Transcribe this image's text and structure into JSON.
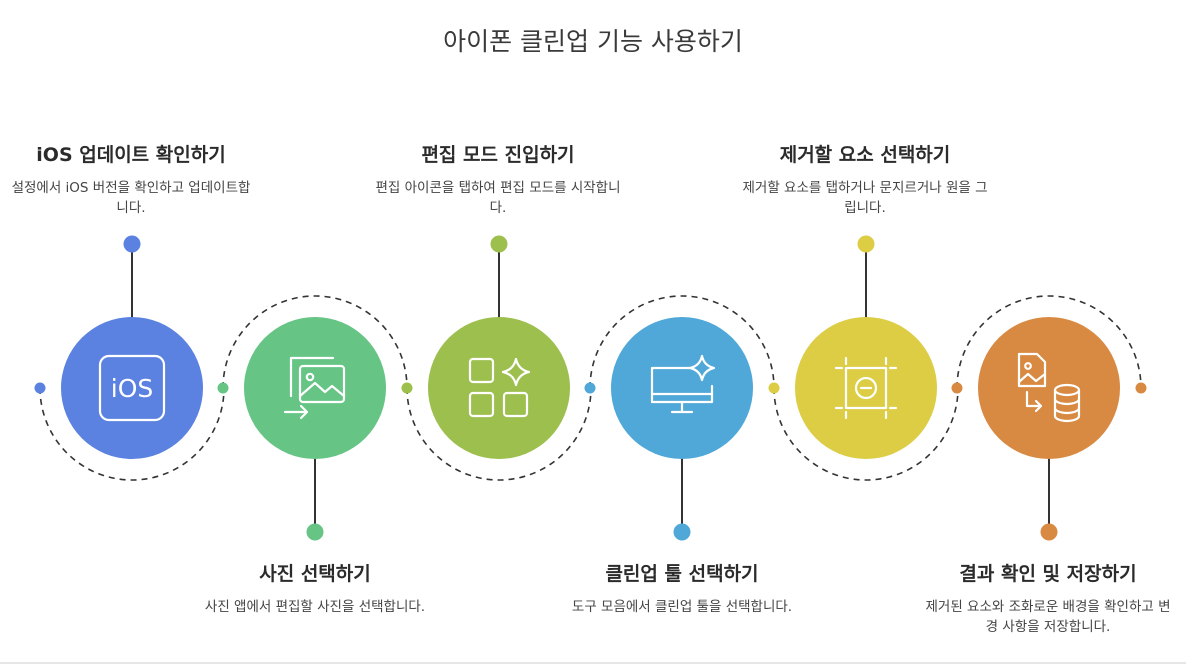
{
  "title": "아이폰 클린업 기능 사용하기",
  "steps": [
    {
      "title": "iOS 업데이트 확인하기",
      "desc": "설정에서 iOS 버전을 확인하고 업데이트합니다.",
      "color": "#5b82e0",
      "icon": "ios-icon",
      "icon_text": "iOS"
    },
    {
      "title": "사진 선택하기",
      "desc": "사진 앱에서 편집할 사진을 선택합니다.",
      "color": "#66c485",
      "icon": "photos-select-icon"
    },
    {
      "title": "편집 모드 진입하기",
      "desc": "편집 아이콘을 탭하여 편집 모드를 시작합니다.",
      "color": "#9dbf4e",
      "icon": "edit-grid-sparkle-icon"
    },
    {
      "title": "클린업 툴 선택하기",
      "desc": "도구 모음에서 클린업 툴을 선택합니다.",
      "color": "#4fa8d8",
      "icon": "monitor-sparkle-icon"
    },
    {
      "title": "제거할 요소 선택하기",
      "desc": "제거할 요소를 탭하거나 문지르거나 원을 그립니다.",
      "color": "#dccd45",
      "icon": "remove-frame-icon"
    },
    {
      "title": "결과 확인 및 저장하기",
      "desc": "제거된 요소와 조화로운 배경을 확인하고 변경 사항을 저장합니다.",
      "color": "#d98a42",
      "icon": "image-to-database-icon"
    }
  ]
}
